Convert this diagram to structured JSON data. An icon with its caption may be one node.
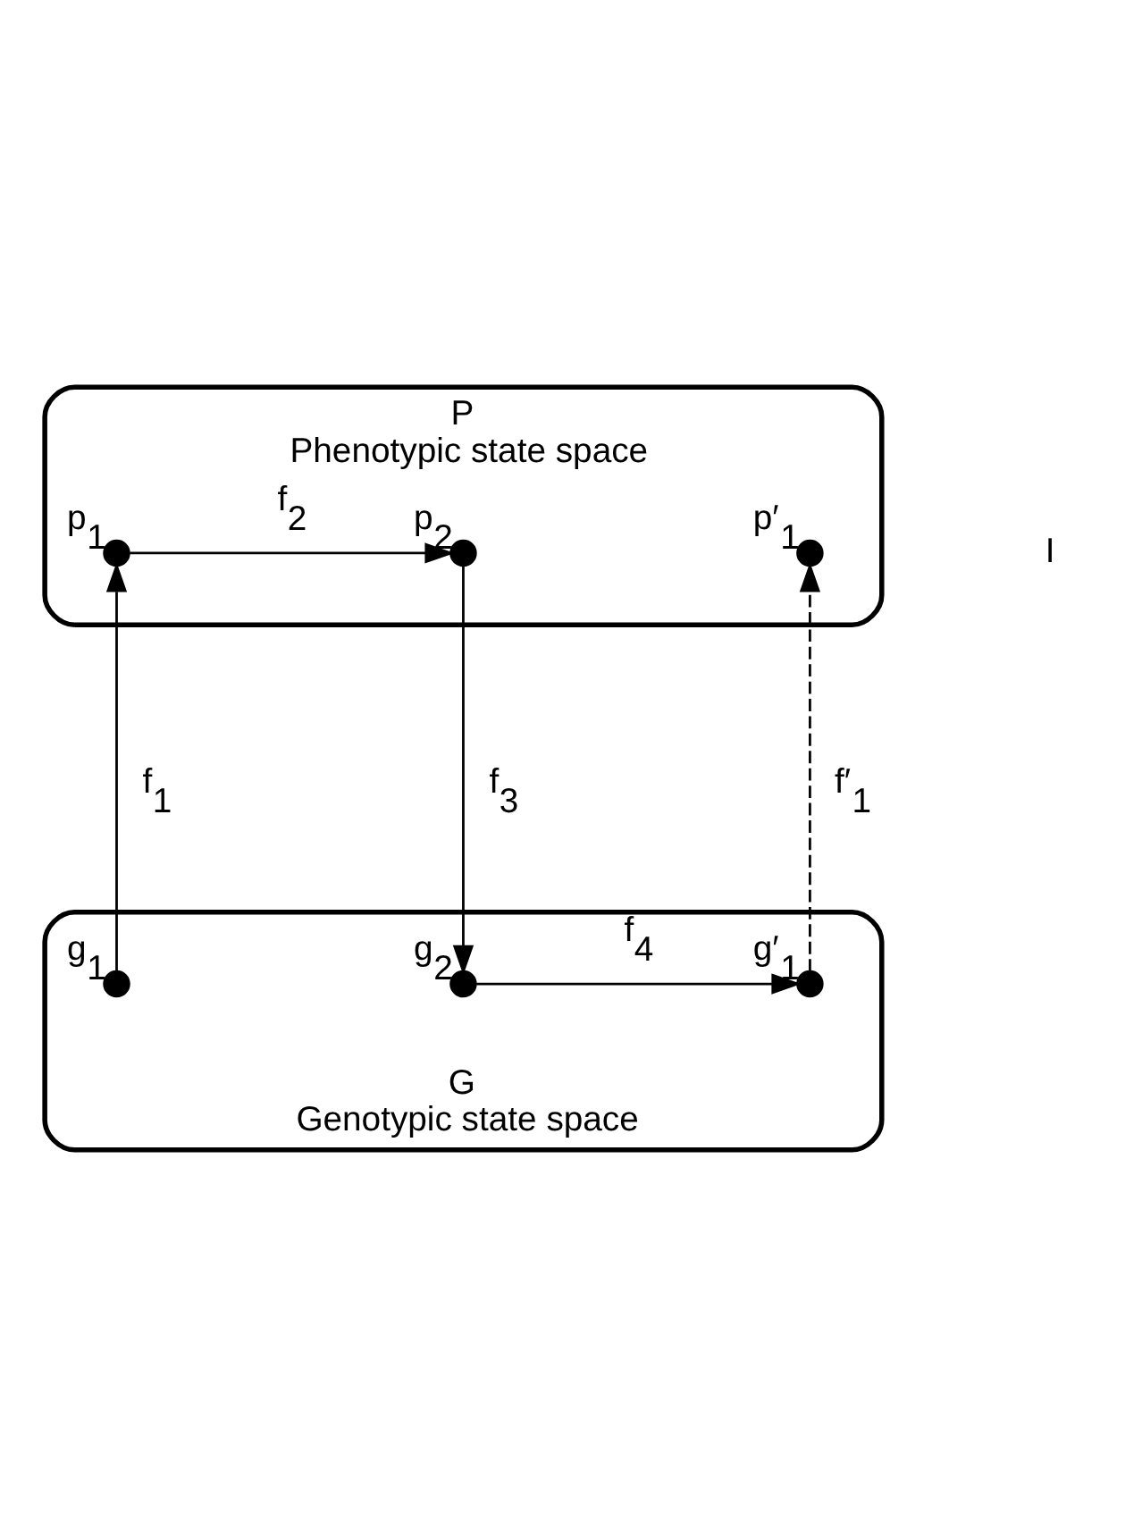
{
  "diagram": {
    "nodes": [
      {
        "text": [
          "P",
          "Phenotypic state space"
        ]
      },
      {
        "text": [],
        "shape": "circle",
        "in": 0,
        "beside": [
          "p$_{1}$"
        ]
      },
      {
        "text": [],
        "shape": "circle",
        "in": 0,
        "beside": [
          "p$_{2}$"
        ]
      },
      {
        "text": [],
        "shape": "circle",
        "in": 0,
        "beside": [
          "p′$_{1}$"
        ]
      },
      {
        "text": [
          "G",
          "Genotypic state space"
        ]
      },
      {
        "text": [],
        "shape": "circle",
        "in": 4,
        "beside": [
          "g$_{1}$"
        ]
      },
      {
        "text": [],
        "shape": "circle",
        "in": 4,
        "beside": [
          "g$_{2}$"
        ]
      },
      {
        "text": [],
        "shape": "circle",
        "in": 4,
        "beside": [
          "g′$_{1}$"
        ]
      }
    ],
    "edges": [
      {
        "from": 5,
        "to": 1,
        "arrow": "to",
        "label": "f$_{1}$"
      },
      {
        "from": 1,
        "to": 2,
        "arrow": "to",
        "label": "f$_{2}$"
      },
      {
        "from": 2,
        "to": 6,
        "arrow": "to",
        "label": "f$_{3}$"
      },
      {
        "from": 6,
        "to": 7,
        "arrow": "to",
        "label": "f$_{4}$"
      },
      {
        "from": 7,
        "to": 3,
        "arrow": "to",
        "label": "f′$_{1}$",
        "style": "dashed"
      }
    ],
    "labels": [
      "I"
    ]
  }
}
